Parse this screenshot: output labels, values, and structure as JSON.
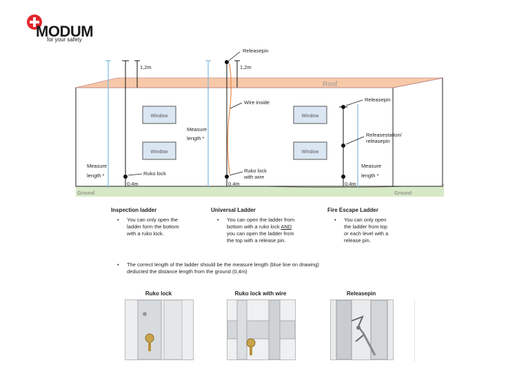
{
  "brand": {
    "name": "MODUM",
    "tagline": "for your safety",
    "accent": "#e3262b"
  },
  "diagram": {
    "roof": "Roof",
    "ground_left": "Ground",
    "ground_right": "Ground",
    "window": "Window",
    "dim_top_1": "1,2m",
    "dim_top_2": "1,2m",
    "dim_bottom_1": "0,4m",
    "dim_bottom_2": "0,4m",
    "dim_bottom_3": "0,4m",
    "releasepin_top": "Releasepin",
    "wire_inside": "Wire inside",
    "releasepin_right": "Releasepin",
    "releasestation_1": "Releasestation/",
    "releasestation_2": "releasepin",
    "ruko_lock": "Ruko lock",
    "ruko_wire_1": "Ruko lock",
    "ruko_wire_2": "with wire",
    "measure_left_1": "Measure",
    "measure_left_2": "length *",
    "measure_mid_1": "Measure",
    "measure_mid_2": "length *",
    "measure_right_1": "Measure",
    "measure_right_2": "length *"
  },
  "columns": [
    {
      "title": "Inspection ladder",
      "lines": [
        "You can only open the",
        "ladder form the bottom",
        "with a ruko lock."
      ]
    },
    {
      "title": "Universal Ladder",
      "lines": [
        "You can open the ladder from",
        "bottom with a ruko lock",
        "you can open the ladder from",
        "the top with a release pin."
      ],
      "and": "AND"
    },
    {
      "title": "Fire Escape Ladder",
      "lines": [
        "You can only open",
        "the ladder from top",
        "or each level with a",
        "release pin."
      ]
    }
  ],
  "note": {
    "line1": "The correct length of the ladder should be the measure length (blue line on drawing)",
    "line2": "deducted the distance length from the ground (0,4m)"
  },
  "photos": [
    {
      "title": "Ruko lock"
    },
    {
      "title": "Ruko lock with wire"
    },
    {
      "title": "Releasepin"
    }
  ]
}
